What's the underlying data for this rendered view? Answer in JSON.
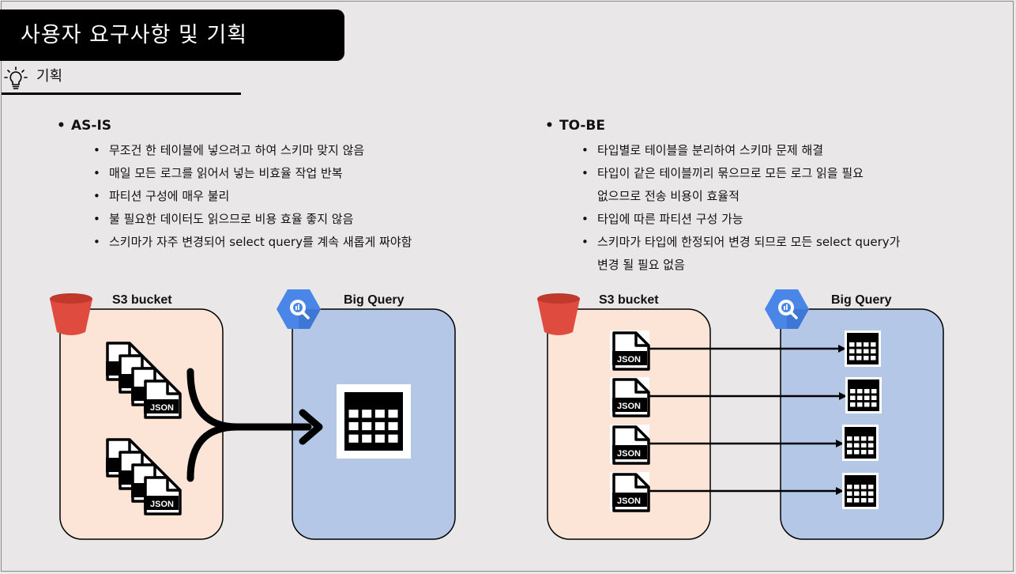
{
  "header": {
    "title": "사용자 요구사항 및 기획"
  },
  "subheader": {
    "label": "기획",
    "icon": "lightbulb-icon"
  },
  "as_is": {
    "heading": "AS-IS",
    "items": [
      "무조건 한 테이블에 넣으려고 하여 스키마 맞지 않음",
      "매일 모든 로그를 읽어서 넣는 비효율 작업 반복",
      "파티션 구성에 매우 불리",
      "불 필요한 데이터도 읽으므로 비용 효율 좋지 않음",
      "스키마가 자주 변경되어 select query를 계속 새롭게 짜야함"
    ]
  },
  "to_be": {
    "heading": "TO-BE",
    "items": [
      {
        "line1": "타입별로 테이블을 분리하여 스키마 문제 해결",
        "line2": ""
      },
      {
        "line1": "타입이 같은 테이블끼리 묶으므로 모든 로그 읽을 필요",
        "line2": "없으므로 전송 비용이 효율적"
      },
      {
        "line1": "타입에 따른 파티션 구성 가능",
        "line2": ""
      },
      {
        "line1": "스키마가 타입에 한정되어 변경 되므로 모든 select query가",
        "line2": "변경 될 필요 없음"
      }
    ]
  },
  "diagrams": {
    "left": {
      "source_label": "S3 bucket",
      "target_label": "Big Query",
      "file_label": "JSON"
    },
    "right": {
      "source_label": "S3 bucket",
      "target_label": "Big Query",
      "file_label": "JSON"
    }
  },
  "colors": {
    "s3_box": "#fce4d6",
    "bq_box": "#b4c7e7",
    "bucket": "#e04b3f",
    "bq_hex": "#4a86e8"
  }
}
